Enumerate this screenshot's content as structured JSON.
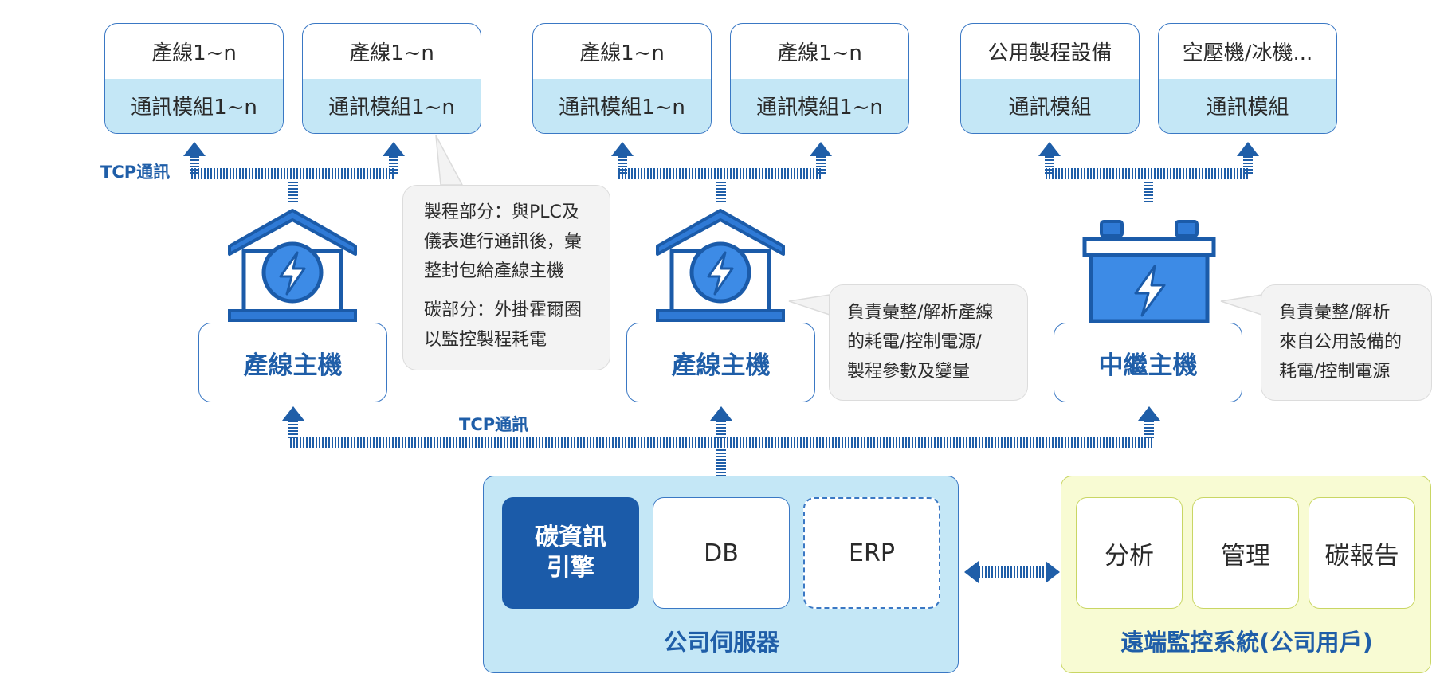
{
  "colors": {
    "accent": "#1f5ea8",
    "engine_fill": "#1b5ba9",
    "module_fill": "#c4e7f6",
    "remote_fill": "#f8fbd3",
    "callout_fill": "#f3f3f3"
  },
  "devices": [
    {
      "top": "產線1~n",
      "bottom": "通訊模組1~n"
    },
    {
      "top": "產線1~n",
      "bottom": "通訊模組1~n"
    },
    {
      "top": "產線1~n",
      "bottom": "通訊模組1~n"
    },
    {
      "top": "產線1~n",
      "bottom": "通訊模組1~n"
    },
    {
      "top": "公用製程設備",
      "bottom": "通訊模組"
    },
    {
      "top": "空壓機/冰機...",
      "bottom": "通訊模組"
    }
  ],
  "tcp_label_top": "TCP通訊",
  "tcp_label_bottom": "TCP通訊",
  "hosts": [
    {
      "label": "產線主機",
      "icon": "factory-lightning-icon"
    },
    {
      "label": "產線主機",
      "icon": "factory-lightning-icon"
    },
    {
      "label": "中繼主機",
      "icon": "battery-lightning-icon"
    }
  ],
  "callouts": {
    "process": {
      "line1": "製程部分：與PLC及",
      "line2": "儀表進行通訊後，彙",
      "line3": "整封包給產線主機",
      "line4": "碳部分：外掛霍爾圈",
      "line5": "以監控製程耗電"
    },
    "production_host": {
      "line1": "負責彙整/解析產線",
      "line2": "的耗電/控制電源/",
      "line3": "製程參數及變量"
    },
    "relay_host": {
      "line1": "負責彙整/解析",
      "line2": "來自公用設備的",
      "line3": "耗電/控制電源"
    }
  },
  "server": {
    "title": "公司伺服器",
    "engine_line1": "碳資訊",
    "engine_line2": "引擎",
    "db": "DB",
    "erp": "ERP"
  },
  "remote": {
    "title": "遠端監控系統(公司用戶)",
    "items": [
      "分析",
      "管理",
      "碳報告"
    ]
  }
}
